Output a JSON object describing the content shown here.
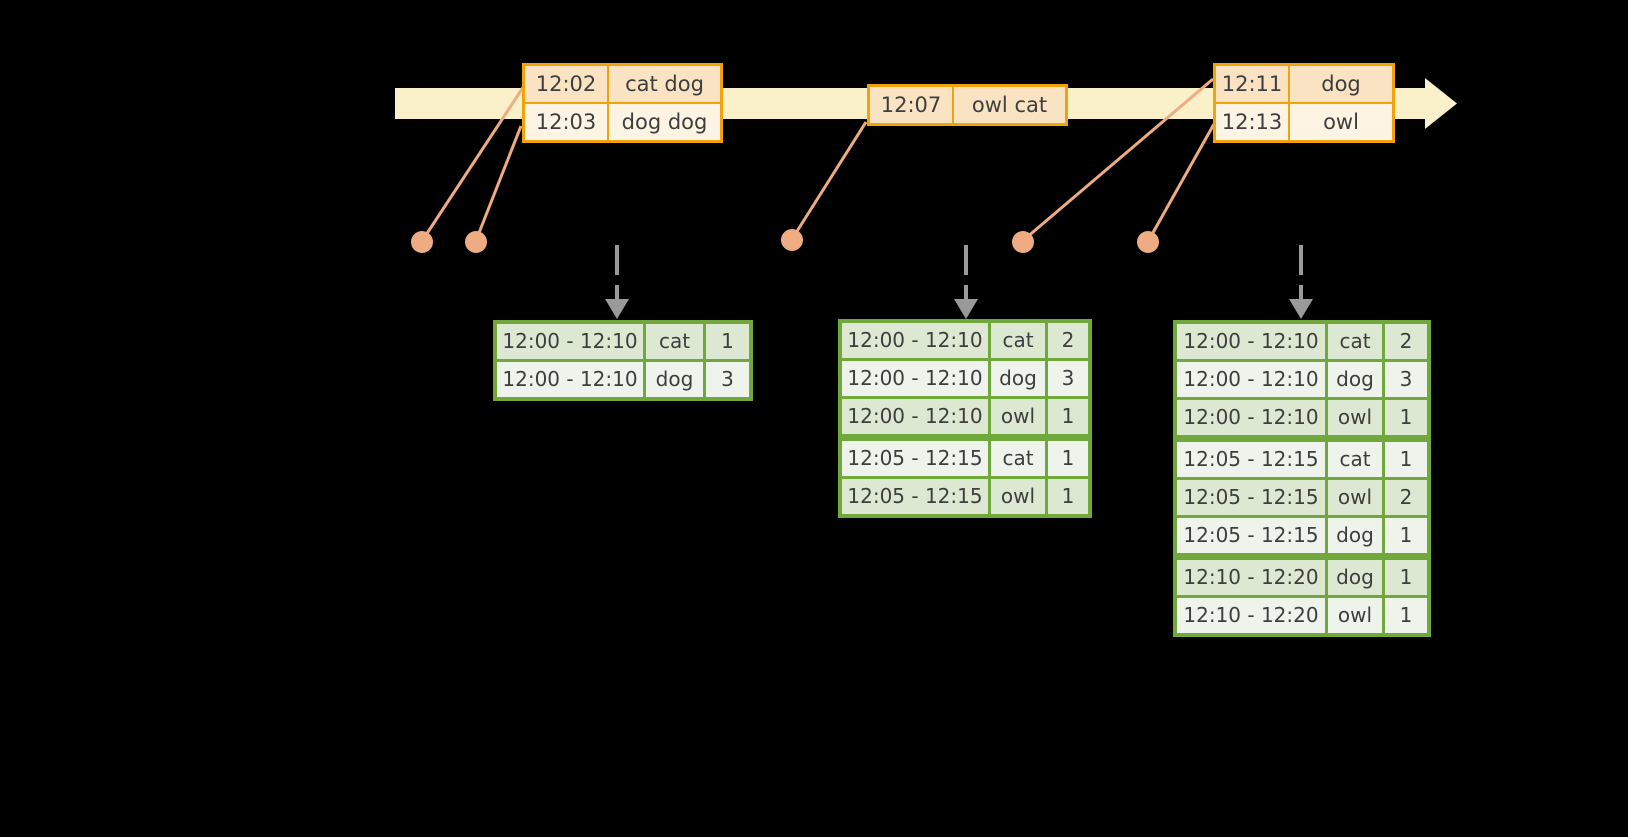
{
  "diagram": {
    "description_visible": false,
    "colors": {
      "band": "#FAF0C9",
      "orange": "#F0A30A",
      "peach": "#FAE3C2",
      "cream": "#FDF4E3",
      "salmon": "#EFAB81",
      "green": "#70A83C",
      "gdark": "#DDE8D3",
      "glight": "#EEF3EB",
      "gray": "#9A9A9A",
      "ink": "#3E3E3E"
    }
  },
  "timeline": {
    "event_tables": [
      {
        "rows": [
          {
            "time": "12:02",
            "words": "cat dog"
          },
          {
            "time": "12:03",
            "words": "dog dog"
          }
        ]
      },
      {
        "rows": [
          {
            "time": "12:07",
            "words": "owl cat"
          }
        ]
      },
      {
        "rows": [
          {
            "time": "12:11",
            "words": "dog"
          },
          {
            "time": "12:13",
            "words": "owl"
          }
        ]
      }
    ]
  },
  "result_tables": [
    {
      "rows": [
        {
          "window": "12:00 - 12:10",
          "word": "cat",
          "count": "1"
        },
        {
          "window": "12:00 - 12:10",
          "word": "dog",
          "count": "3"
        }
      ]
    },
    {
      "rows": [
        {
          "window": "12:00 - 12:10",
          "word": "cat",
          "count": "2"
        },
        {
          "window": "12:00 - 12:10",
          "word": "dog",
          "count": "3"
        },
        {
          "window": "12:00 - 12:10",
          "word": "owl",
          "count": "1"
        },
        {
          "window": "12:05 - 12:15",
          "word": "cat",
          "count": "1"
        },
        {
          "window": "12:05 - 12:15",
          "word": "owl",
          "count": "1"
        }
      ]
    },
    {
      "rows": [
        {
          "window": "12:00 - 12:10",
          "word": "cat",
          "count": "2"
        },
        {
          "window": "12:00 - 12:10",
          "word": "dog",
          "count": "3"
        },
        {
          "window": "12:00 - 12:10",
          "word": "owl",
          "count": "1"
        },
        {
          "window": "12:05 - 12:15",
          "word": "cat",
          "count": "1"
        },
        {
          "window": "12:05 - 12:15",
          "word": "owl",
          "count": "2"
        },
        {
          "window": "12:05 - 12:15",
          "word": "dog",
          "count": "1"
        },
        {
          "window": "12:10 - 12:20",
          "word": "dog",
          "count": "1"
        },
        {
          "window": "12:10 - 12:20",
          "word": "owl",
          "count": "1"
        }
      ]
    }
  ]
}
